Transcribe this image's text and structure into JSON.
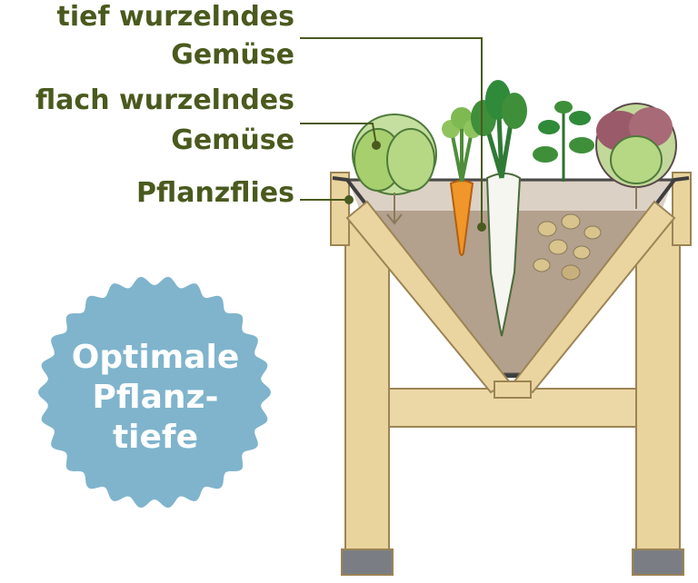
{
  "labels": {
    "deep_rooted_line1": "tief wurzelndes",
    "deep_rooted_line2": "Gemüse",
    "shallow_rooted_line1": "flach wurzelndes",
    "shallow_rooted_line2": "Gemüse",
    "fleece": "Pflanzflies"
  },
  "badge": {
    "line1": "Optimale",
    "line2": "Pflanz-",
    "line3": "tiefe"
  },
  "colors": {
    "label_text": "#4a5a1e",
    "badge_fill": "#7fb4cc",
    "wood": "#e8d39c",
    "wood_edge": "#b9a06a",
    "soil": "#b8a694",
    "soil_top": "#ddd3c8",
    "carrot": "#f0962a",
    "radish": "#f5f5f0",
    "leaf_dark": "#3f8f3a",
    "leaf_light": "#a8cf6e",
    "leaf_purple": "#9b5a6a"
  }
}
